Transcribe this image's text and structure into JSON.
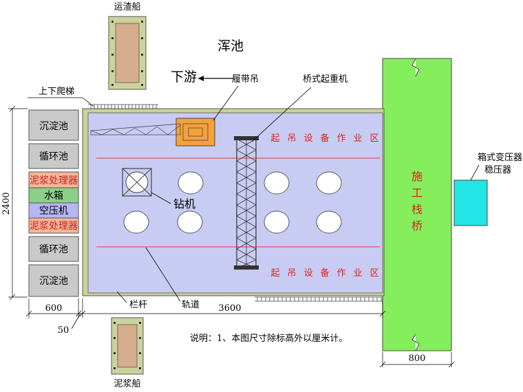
{
  "labels": {
    "muck_boat": "运渣船",
    "hun_pool": "浑池",
    "downstream": "下游",
    "ladder": "上下爬梯",
    "crawler_crane": "履带吊",
    "bridge_crane": "桥式起重机",
    "drill": "钻机",
    "railing": "栏杆",
    "track": "轨道",
    "mud_boat": "泥浆船",
    "transformer_line1": "箱式变压器",
    "transformer_line2": "稳压器",
    "trestle_chars": [
      "施",
      "工",
      "栈",
      "桥"
    ],
    "work_zone_chars": [
      "起",
      "吊",
      "设",
      "备",
      "作",
      "业",
      "区"
    ],
    "note": "说明：1、本图尺寸除标高外以厘米计。"
  },
  "side_boxes": [
    {
      "text": "沉淀池",
      "color": "#c9c9c9",
      "textColor": "#000000"
    },
    {
      "text": "循环池",
      "color": "#c9c9c9",
      "textColor": "#000000"
    },
    {
      "text": "泥浆处理器",
      "color": "#f4b69a",
      "textColor": "#cc1f1f"
    },
    {
      "text": "水箱",
      "color": "#8bcf88",
      "textColor": "#000000"
    },
    {
      "text": "空压机",
      "color": "#b6b6f2",
      "textColor": "#000000"
    },
    {
      "text": "泥浆处理器",
      "color": "#f4b69a",
      "textColor": "#cc1f1f"
    },
    {
      "text": "循环池",
      "color": "#c9c9c9",
      "textColor": "#000000"
    },
    {
      "text": "沉淀池",
      "color": "#c9c9c9",
      "textColor": "#000000"
    }
  ],
  "dimensions": {
    "height": "2400",
    "width_left": "600",
    "gap": "50",
    "main_width": "3600",
    "trestle_width": "800"
  },
  "colors": {
    "platform": "#c8cbf2",
    "trestle": "#84ee5c",
    "boat_frame": "#ccd29a",
    "boat_fill": "#d6ad8e",
    "crane": "#f5a13a",
    "transformer": "#22e6e6",
    "red_line": "#e83a3a"
  }
}
